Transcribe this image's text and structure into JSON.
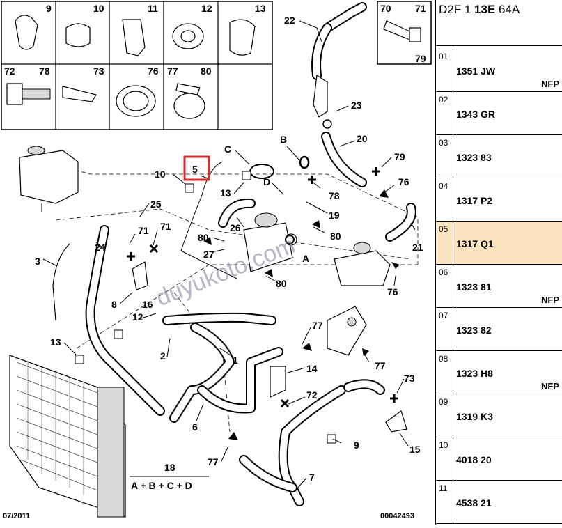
{
  "header": {
    "prefix": "D2F 1 ",
    "bold": "13E",
    "suffix": " 64A"
  },
  "references": [
    {
      "index": "01",
      "code": "1351 JW",
      "tag": "NFP",
      "selected": false
    },
    {
      "index": "02",
      "code": "1343 GR",
      "tag": "",
      "selected": false
    },
    {
      "index": "03",
      "code": "1323 83",
      "tag": "",
      "selected": false
    },
    {
      "index": "04",
      "code": "1317 P2",
      "tag": "",
      "selected": false
    },
    {
      "index": "05",
      "code": "1317 Q1",
      "tag": "",
      "selected": true
    },
    {
      "index": "06",
      "code": "1323 81",
      "tag": "NFP",
      "selected": false
    },
    {
      "index": "07",
      "code": "1323 82",
      "tag": "",
      "selected": false
    },
    {
      "index": "08",
      "code": "1323 H8",
      "tag": "NFP",
      "selected": false
    },
    {
      "index": "09",
      "code": "1319 K3",
      "tag": "",
      "selected": false
    },
    {
      "index": "10",
      "code": "4018 20",
      "tag": "",
      "selected": false
    },
    {
      "index": "11",
      "code": "4538 21",
      "tag": "",
      "selected": false
    }
  ],
  "diagram": {
    "thumbnails": {
      "row1": [
        "9",
        "10",
        "11",
        "12",
        "13"
      ],
      "row2": [
        "72",
        "78",
        "73",
        "76",
        "77",
        "80"
      ],
      "box_right": [
        "70",
        "71",
        "79"
      ]
    },
    "callouts": [
      "22",
      "23",
      "20",
      "79",
      "76",
      "21",
      "C",
      "B",
      "D",
      "78",
      "19",
      "80",
      "5",
      "10",
      "13",
      "26",
      "80",
      "27",
      "A",
      "80",
      "76",
      "25",
      "71",
      "71",
      "24",
      "3",
      "8",
      "16",
      "12",
      "2",
      "1",
      "77",
      "14",
      "77",
      "73",
      "72",
      "13",
      "6",
      "9",
      "15",
      "77",
      "7",
      "18"
    ],
    "formula": "A + B + C + D",
    "selected_callout": "5",
    "watermark": "duyukoto.com",
    "date_code": "07/2011",
    "drawing_number": "00042493"
  },
  "colors": {
    "selected_row": "#fde4c0",
    "highlight_box": "#d32f2f",
    "watermark": "#7a7a9a"
  }
}
